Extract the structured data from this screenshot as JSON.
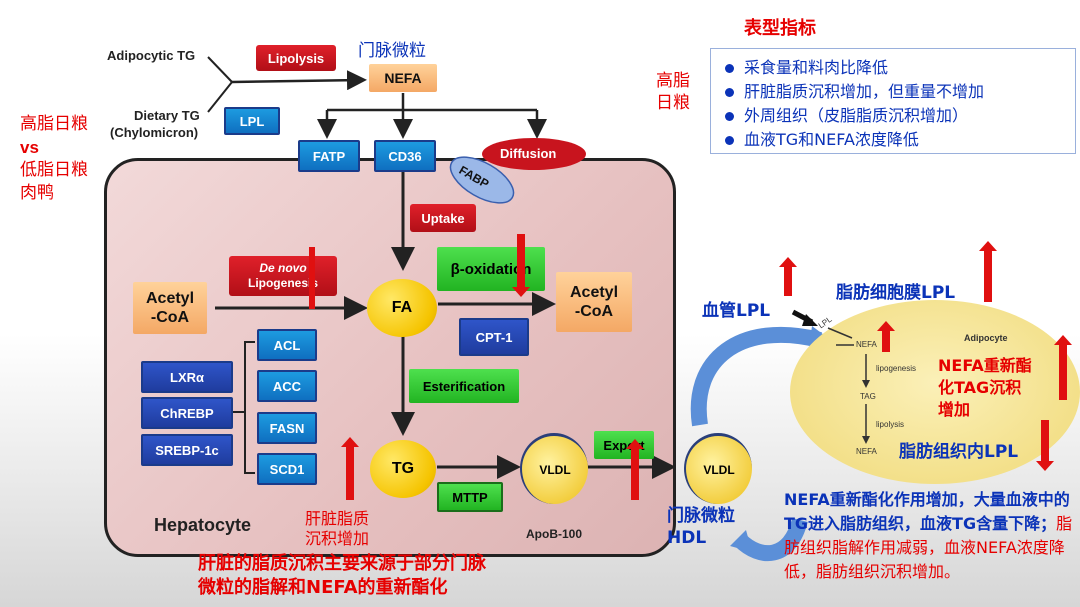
{
  "left_label": {
    "line1": "高脂日粮",
    "line2": "vs",
    "line3": "低脂日粮",
    "line4": "肉鸭"
  },
  "portal_particle_top": "门脉微粒",
  "nodes": {
    "adipocytic_tg": "Adipocytic TG",
    "dietary_tg_1": "Dietary TG",
    "dietary_tg_2": "(Chylomicron)",
    "lipolysis": "Lipolysis",
    "nefa": "NEFA",
    "lpl": "LPL",
    "fatp": "FATP",
    "cd36": "CD36",
    "diffusion": "Diffusion",
    "fabp": "FABP",
    "uptake": "Uptake",
    "de_novo_1": "De novo",
    "de_novo_2": "Lipogenesis",
    "fa": "FA",
    "beta_oxidation": "β-oxidation",
    "cpt1": "CPT-1",
    "acetyl_coa_left_1": "Acetyl",
    "acetyl_coa_left_2": "-CoA",
    "acetyl_coa_right_1": "Acetyl",
    "acetyl_coa_right_2": "-CoA",
    "acl": "ACL",
    "acc": "ACC",
    "fasn": "FASN",
    "scd1": "SCD1",
    "lxra": "LXRα",
    "chrebp": "ChREBP",
    "srebp": "SREBP-1c",
    "esterification": "Esterification",
    "tg": "TG",
    "mttp": "MTTP",
    "vldl": "VLDL",
    "export": "Export",
    "vldl2": "VLDL",
    "apob": "ApoB-100",
    "hepatocyte": "Hepatocyte"
  },
  "liver_note": {
    "line1": "肝脏脂质",
    "line2": "沉积增加"
  },
  "bottom_note": {
    "line1": "肝脏的脂质沉积主要来源于部分门脉",
    "line2": "微粒的脂解和NEFA的重新酯化"
  },
  "phenotype": {
    "title": "表型指标",
    "side_label_1": "高脂",
    "side_label_2": "日粮",
    "items": [
      "采食量和料肉比降低",
      "肝脏脂质沉积增加，但重量不增加",
      "外周组织（皮脂脂质沉积增加）",
      "血液TG和NEFA浓度降低"
    ]
  },
  "right_panel": {
    "vascular_lpl": "血管LPL",
    "adipocyte_membrane_lpl": "脂肪细胞膜LPL",
    "adipose_internal_lpl": "脂肪组织内LPL",
    "portal_hdl_1": "门脉微粒",
    "portal_hdl_2": "HDL",
    "nefa_reester_1": "NEFA重新酯",
    "nefa_reester_2": "化TAG沉积",
    "nefa_reester_3": "增加",
    "adipocyte_small": {
      "lpl": "LPL",
      "adipocyte": "Adipocyte",
      "nefa": "NEFA",
      "lipogenesis": "lipogenesis",
      "tag": "TAG",
      "lipolysis": "lipolysis",
      "nefa2": "NEFA"
    },
    "summary_part1": "NEFA重新酯化作用增加，大量血液中的TG进入脂肪组织，血液TG含量下降；",
    "summary_part2": "脂肪组织脂解作用减弱，血液NEFA浓度降低，脂肪组织沉积增加。"
  },
  "colors": {
    "red": "#e60000",
    "blue": "#0b33b8",
    "hepatocyte_bg": "#e8c4c4"
  }
}
